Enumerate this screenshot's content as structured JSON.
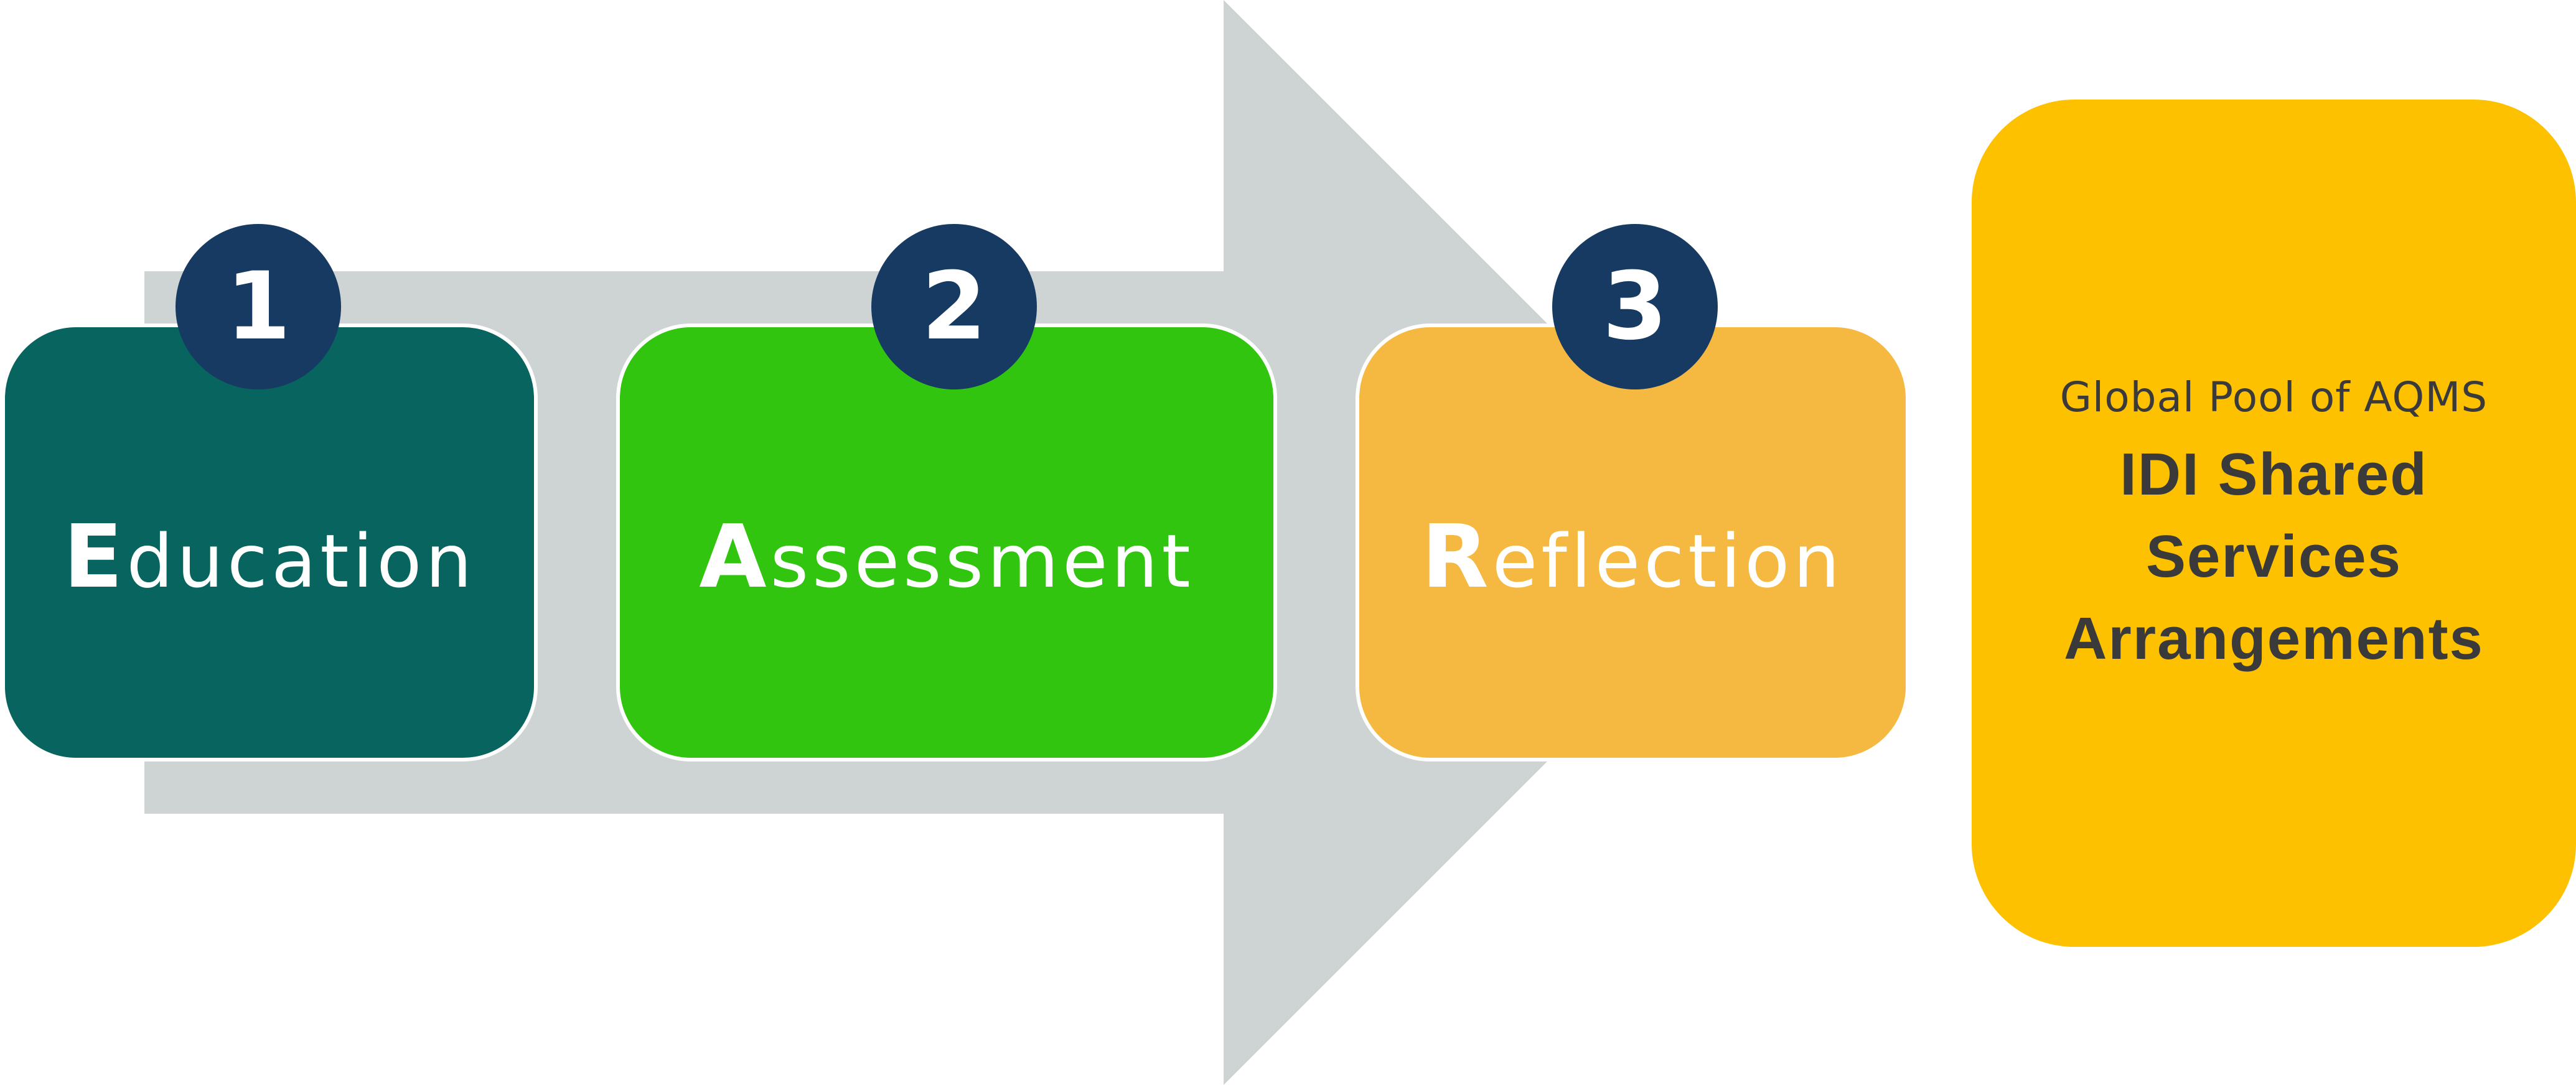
{
  "colors": {
    "arrow": "#ced3d3",
    "education": "#07645e",
    "assessment": "#31c50f",
    "reflection": "#f5b942",
    "badge": "#173a63",
    "pool": "#fdc100",
    "pool_text": "#3a3a3a"
  },
  "steps": [
    {
      "number": "1",
      "initial": "E",
      "rest": "ducation"
    },
    {
      "number": "2",
      "initial": "A",
      "rest": "ssessment"
    },
    {
      "number": "3",
      "initial": "R",
      "rest": "eflection"
    }
  ],
  "pool": {
    "caption": "Global Pool of AQMS",
    "title_lines": [
      "IDI Shared",
      "Services",
      "Arrangements"
    ]
  }
}
